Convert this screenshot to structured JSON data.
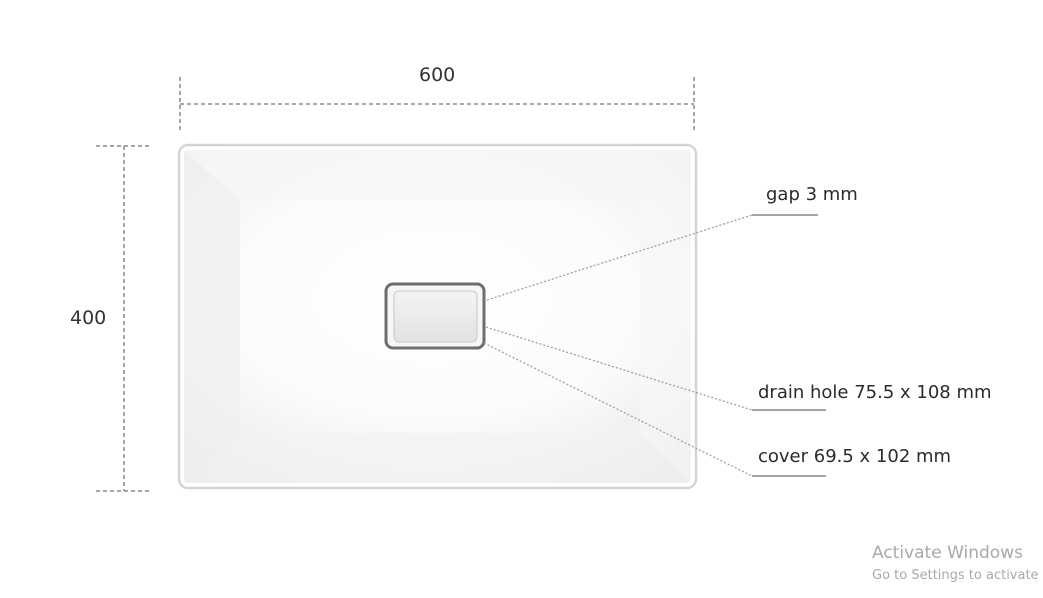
{
  "dimensions": {
    "width_label": "600",
    "height_label": "400"
  },
  "callouts": [
    {
      "label": "gap 3 mm"
    },
    {
      "label": "drain hole 75.5 x 108 mm"
    },
    {
      "label": "cover 69.5 x 102 mm"
    }
  ],
  "watermark": {
    "title": "Activate Windows",
    "subtitle": "Go to Settings to activate"
  },
  "colors": {
    "dimension_line": "#8a8a8a",
    "basin_outline": "#d4d4d4",
    "drain_outline": "#6e6e6e",
    "leader_line": "#a0a0a0"
  }
}
